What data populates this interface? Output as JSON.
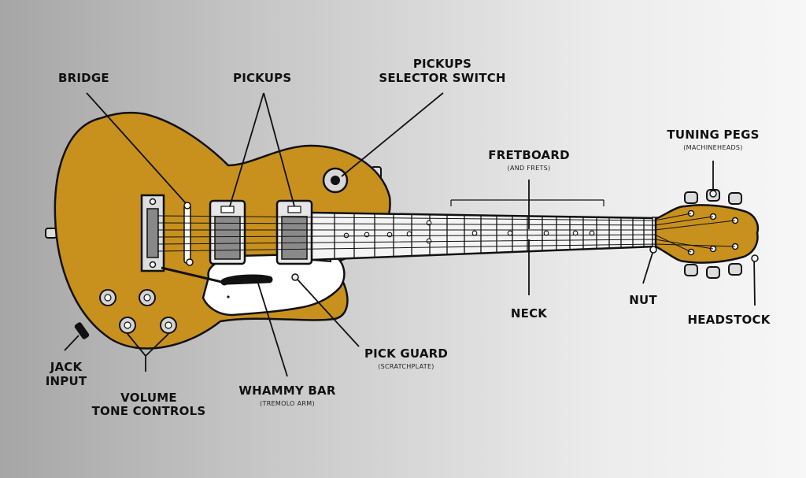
{
  "labels": {
    "bridge": "BRIDGE",
    "pickups": "PICKUPS",
    "selector_line1": "PICKUPS",
    "selector_line2": "SELECTOR SWITCH",
    "fretboard": "FRETBOARD",
    "fretboard_sub": "(AND FRETS)",
    "tuning_pegs": "TUNING PEGS",
    "tuning_pegs_sub": "(MACHINEHEADS)",
    "neck": "NECK",
    "nut": "NUT",
    "headstock": "HEADSTOCK",
    "jack_line1": "JACK",
    "jack_line2": "INPUT",
    "controls_line1": "VOLUME",
    "controls_line2": "TONE CONTROLS",
    "whammy": "WHAMMY BAR",
    "whammy_sub": "(TREMOLO ARM)",
    "pickguard": "PICK GUARD",
    "pickguard_sub": "(SCRATCHPLATE)"
  },
  "colors": {
    "body": "#c8901d",
    "fretboard": "#f4f4f4",
    "pickguard": "#ffffff",
    "outline": "#111111",
    "knob": "#cfcfcf"
  }
}
